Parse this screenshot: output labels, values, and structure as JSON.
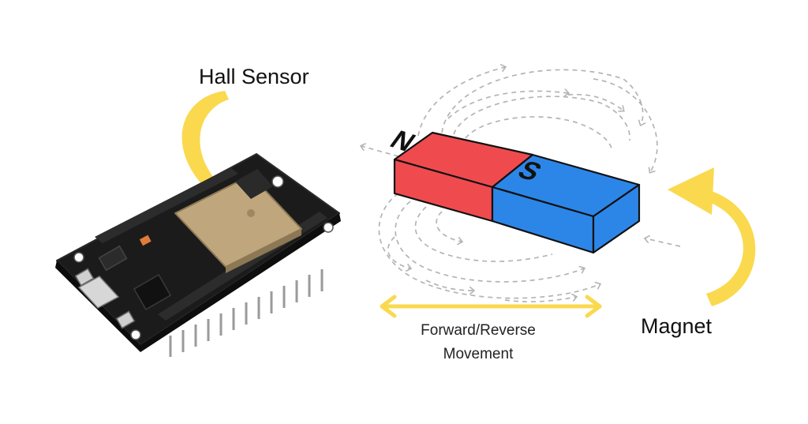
{
  "labels": {
    "hall_sensor": "Hall Sensor",
    "magnet": "Magnet",
    "movement": "Forward/Reverse Movement"
  },
  "magnet": {
    "north_letter": "N",
    "south_letter": "S"
  },
  "colors": {
    "north": "#ef4b4f",
    "south": "#2c86e8",
    "arrow": "#fad94f",
    "field_lines": "#b4b4b4",
    "board": "#1b1b1b",
    "chip": "#bfa67c"
  }
}
